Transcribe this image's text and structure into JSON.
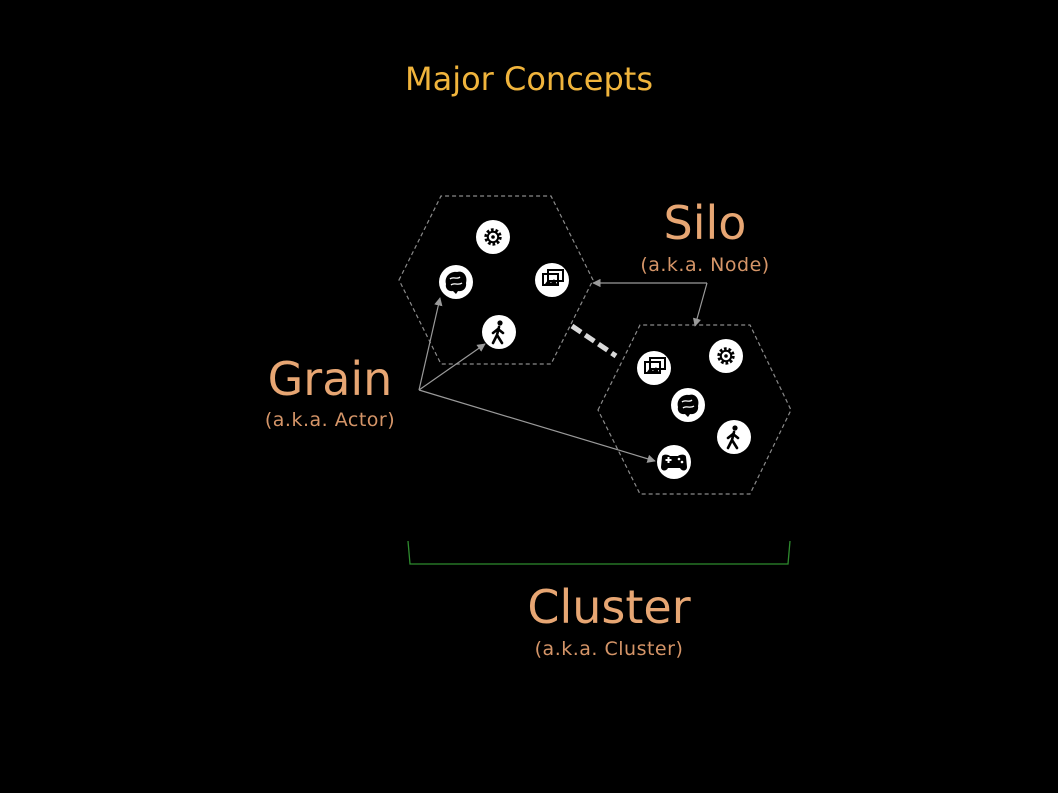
{
  "title": "Major Concepts",
  "silo": {
    "name": "Silo",
    "alias": "(a.k.a. Node)"
  },
  "grain": {
    "name": "Grain",
    "alias": "(a.k.a. Actor)"
  },
  "cluster": {
    "name": "Cluster",
    "alias": "(a.k.a. Cluster)"
  },
  "colors": {
    "background": "#000000",
    "title": "#f0b43c",
    "label": "#e7a673",
    "alias": "#d59568",
    "hexagon_border": "#8a8a8a",
    "arrow": "#9a9a9a",
    "bracket": "#2e8b2e",
    "link_dash": "#d9d9d9"
  },
  "silos": [
    {
      "grains": [
        "gear-icon",
        "brain-icon",
        "photos-icon",
        "walking-icon"
      ]
    },
    {
      "grains": [
        "photos-icon",
        "gear-icon",
        "brain-icon",
        "walking-icon",
        "gamepad-icon"
      ]
    }
  ]
}
